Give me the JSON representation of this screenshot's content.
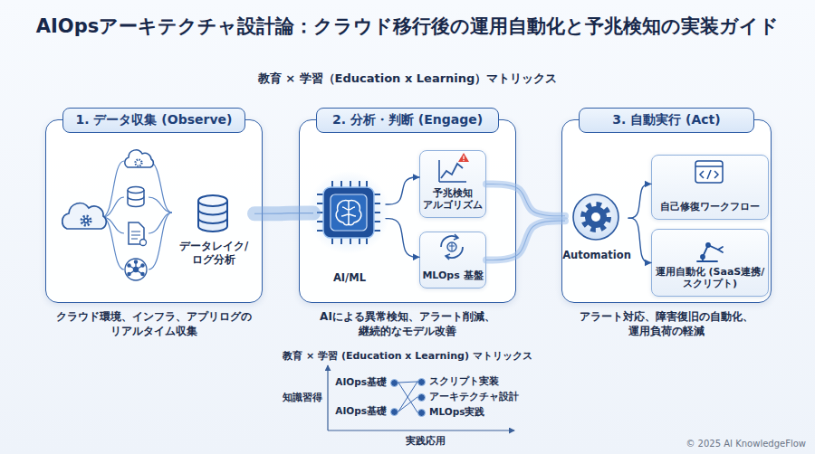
{
  "diagram": {
    "title": "AIOpsアーキテクチャ設計論：クラウド移行後の運用自動化と予兆検知の実装ガイド",
    "nodes": [
      {
        "text": [
          "1. データ収集 (Observe)"
        ]
      },
      {
        "text": [
          "データレイク/ ログ分析"
        ],
        "in": 0
      },
      {
        "text": [
          "2. 分析・判断 (Engage)"
        ]
      },
      {
        "text": [
          "AI/ML"
        ],
        "in": 2
      },
      {
        "text": [
          "予兆検知 アルゴリズム"
        ],
        "in": 2
      },
      {
        "text": [
          "MLOps 基盤"
        ],
        "in": 2
      },
      {
        "text": [
          "3. 自動実行 (Act)"
        ]
      },
      {
        "text": [
          "Automation"
        ],
        "in": 6
      },
      {
        "text": [
          "自己修復ワークフロー"
        ],
        "in": 6
      },
      {
        "text": [
          "運用自動化 (SaaS連携/スクリプト)"
        ],
        "in": 6
      },
      {
        "text": [
          "AIOps基礎"
        ]
      },
      {
        "text": [
          "AIOps基礎"
        ]
      },
      {
        "text": [
          "スクリプト実装"
        ]
      },
      {
        "text": [
          "アーキテクチャ設計"
        ]
      },
      {
        "text": [
          "MLOps実践"
        ]
      }
    ],
    "edges": [
      {
        "from": 1,
        "to": 3,
        "arrow": "none"
      },
      {
        "from": 3,
        "to": 4,
        "arrow": "to"
      },
      {
        "from": 3,
        "to": 5,
        "arrow": "to"
      },
      {
        "from": 4,
        "to": 7,
        "arrow": "none"
      },
      {
        "from": 5,
        "to": 7,
        "arrow": "none"
      },
      {
        "from": 7,
        "to": 8,
        "arrow": "to"
      },
      {
        "from": 7,
        "to": 9,
        "arrow": "to"
      },
      {
        "from": 10,
        "to": 12,
        "arrow": "none"
      },
      {
        "from": 10,
        "to": 14,
        "arrow": "none"
      },
      {
        "from": 11,
        "to": 12,
        "arrow": "none"
      },
      {
        "from": 11,
        "to": 13,
        "arrow": "none"
      }
    ],
    "labels": [
      "教育 × 学習（Education x Learning）マトリックス",
      "クラウド環境、インフラ、アプリログの リアルタイム収集",
      "AIによる異常検知、アラート削減、 継続的なモデル改善",
      "アラート対応、障害復旧の自動化、 運用負荷の軽減",
      "教育 × 学習 (Education x Learning) マトリックス",
      "知識習得",
      "実践応用",
      "© 2025 AI KnowledgeFlow"
    ]
  }
}
